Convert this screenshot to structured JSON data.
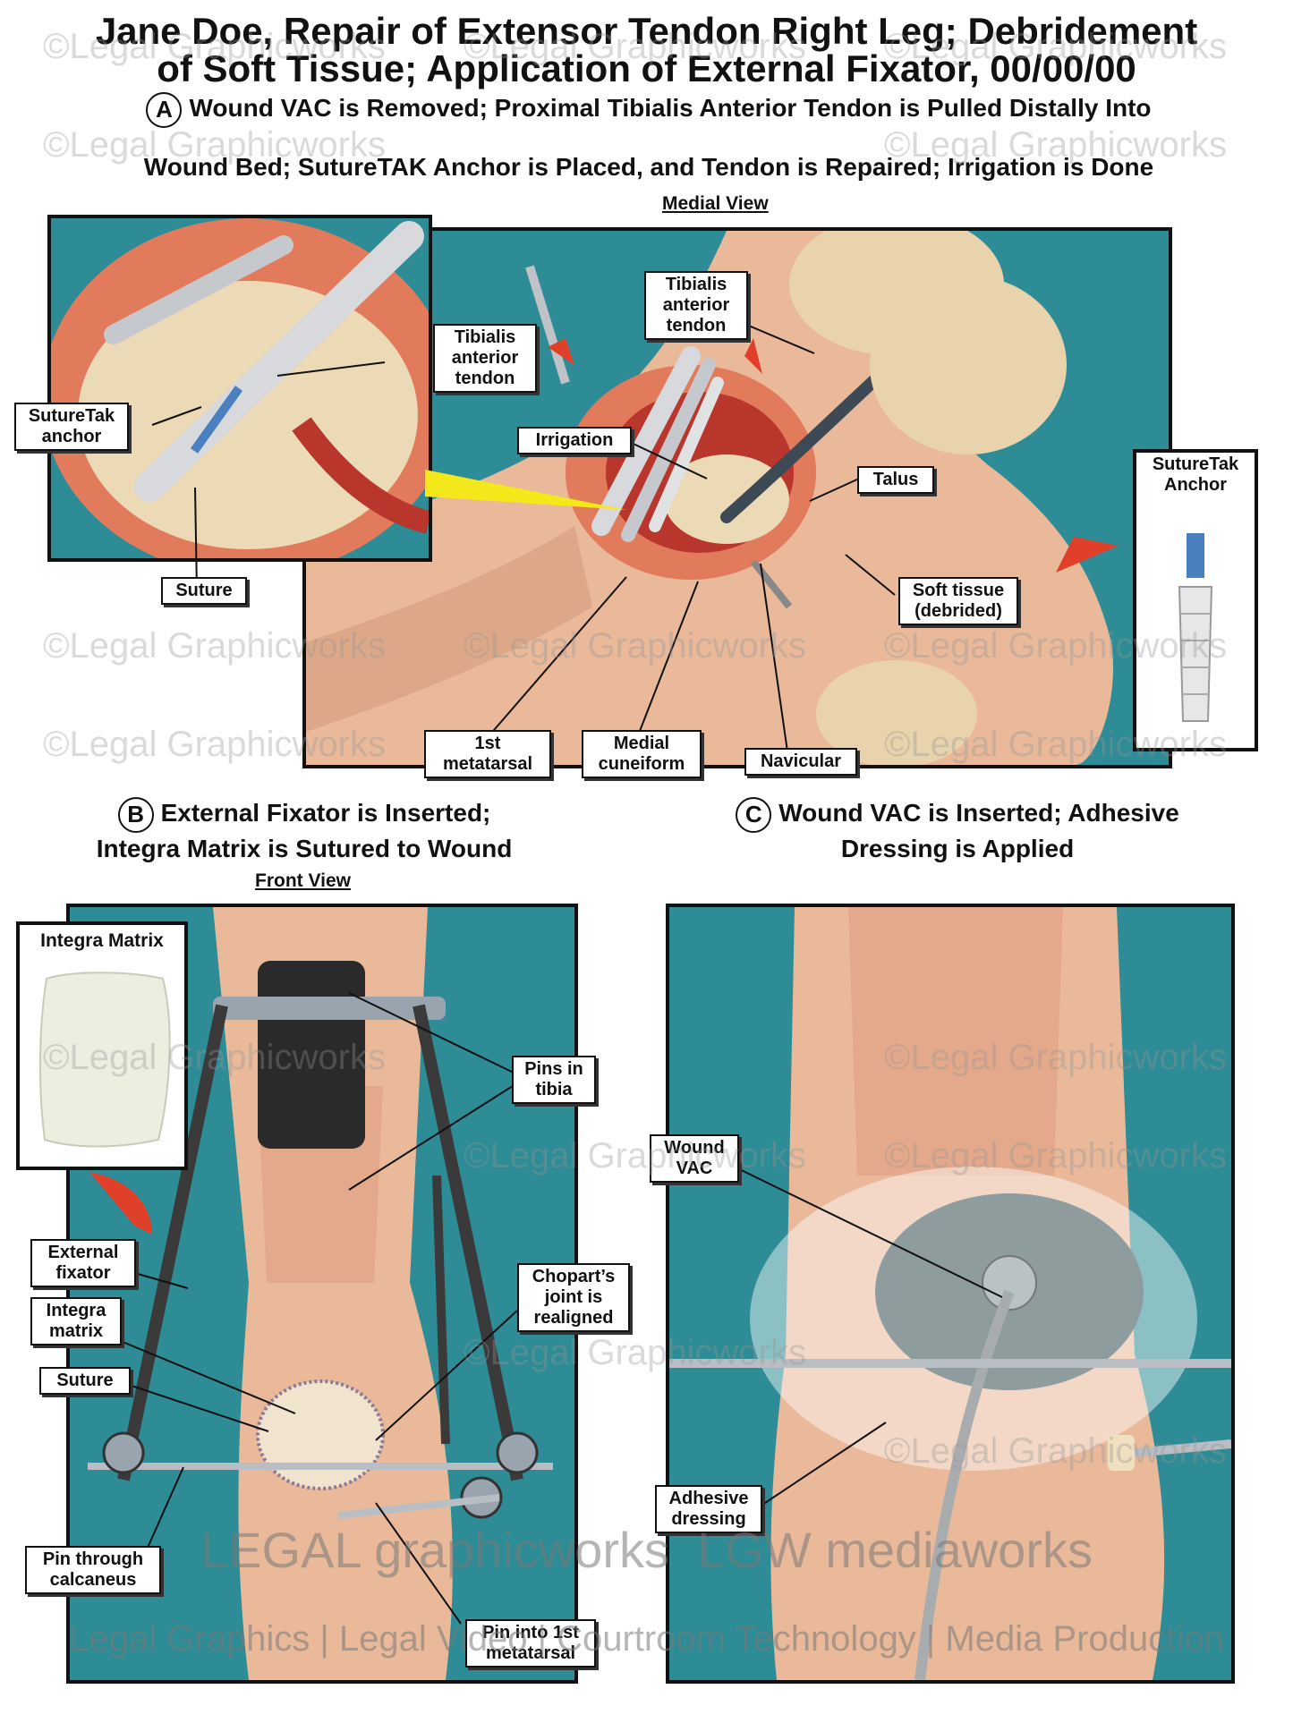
{
  "title_line1": "Jane Doe, Repair of Extensor Tendon Right Leg; Debridement",
  "title_line2": "of Soft Tissue; Application of External Fixator, 00/00/00",
  "panel_a": {
    "letter": "A",
    "heading_line1": "Wound VAC is Removed; Proximal Tibialis Anterior Tendon is Pulled Distally Into",
    "heading_line2": "Wound Bed; SutureTAK Anchor is Placed, and Tendon is Repaired; Irrigation is Done",
    "view": "Medial View",
    "labels": {
      "inset_tendon": "Tibialis\nanterior\ntendon",
      "inset_anchor": "SutureTak\nanchor",
      "inset_suture": "Suture",
      "tendon": "Tibialis\nanterior\ntendon",
      "irrigation": "Irrigation",
      "talus": "Talus",
      "soft_tissue": "Soft tissue\n(debrided)",
      "metatarsal": "1st\nmetatarsal",
      "cuneiform": "Medial\ncuneiform",
      "navicular": "Navicular"
    },
    "anchor_inset_title": "SutureTak\nAnchor"
  },
  "panel_b": {
    "letter": "B",
    "heading_line1": "External Fixator is Inserted;",
    "heading_line2": "Integra Matrix is Sutured to Wound",
    "view": "Front View",
    "inset_title": "Integra Matrix",
    "labels": {
      "pins_tibia": "Pins in\ntibia",
      "external_fixator": "External\nfixator",
      "integra_matrix": "Integra\nmatrix",
      "suture": "Suture",
      "chopart": "Chopart’s\njoint is\nrealigned",
      "pin_calcaneus": "Pin through\ncalcaneus",
      "pin_metatarsal": "Pin into 1st\nmetatarsal"
    }
  },
  "panel_c": {
    "letter": "C",
    "heading_line1": "Wound VAC is Inserted; Adhesive",
    "heading_line2": "Dressing is Applied",
    "labels": {
      "wound_vac": "Wound\nVAC",
      "adhesive_dressing": "Adhesive\ndressing"
    }
  },
  "watermark": "©Legal Graphicworks",
  "brand_line": "LEGAL graphicworks",
  "brand_line2": "LGW mediaworks",
  "footer": "Legal Graphics | Legal Video | Courtroom Technology | Media Production",
  "colors": {
    "drape": "#2d8c96",
    "skin": "#e9b99a",
    "wound": "#c8453a",
    "tendon": "#d7d9dc",
    "arrow": "#e0402a"
  }
}
